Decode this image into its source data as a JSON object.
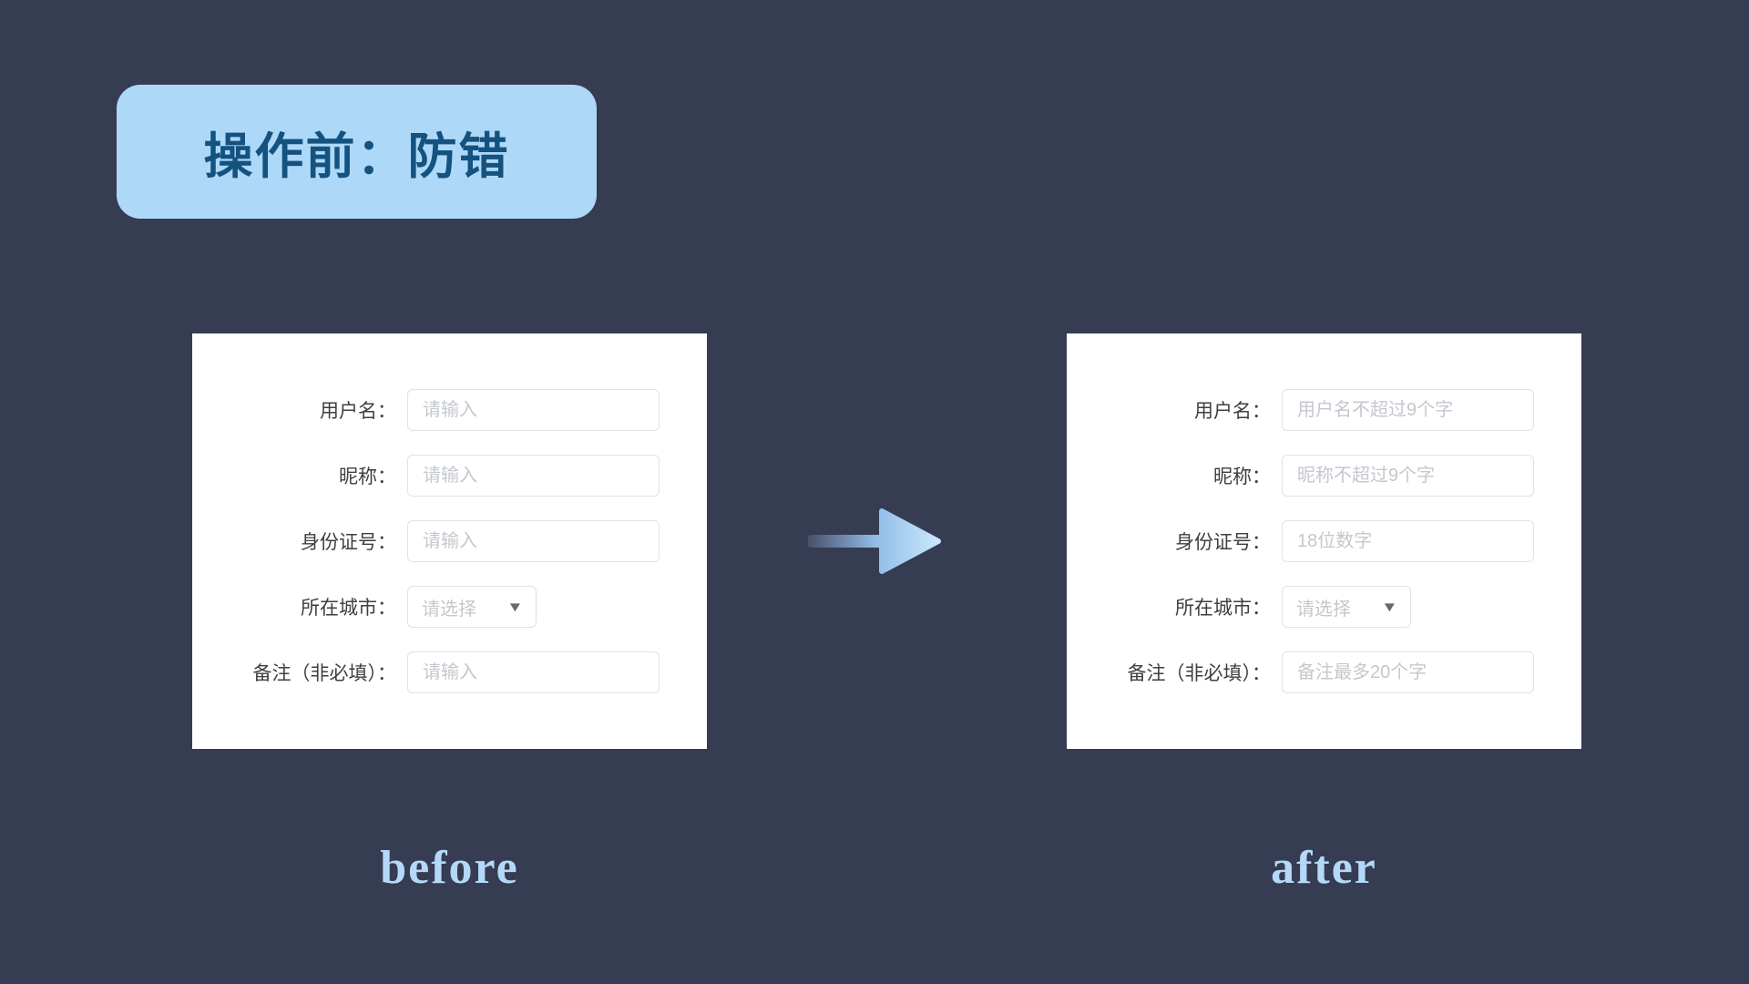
{
  "page": {
    "background": "#363c51"
  },
  "badge": {
    "label": "操作前：防错",
    "bg": "#aed8f8",
    "text_color": "#14527f"
  },
  "arrow": {
    "direction": "right",
    "gradient_start": "#4b5370",
    "gradient_mid": "#8fbce6",
    "gradient_end": "#c9e7fe"
  },
  "caption_color": "#b4d8f7",
  "cards": [
    {
      "id": "before",
      "caption": "before",
      "rows": [
        {
          "label": "用户名：",
          "control": "input",
          "placeholder": "请输入"
        },
        {
          "label": "昵称：",
          "control": "input",
          "placeholder": "请输入"
        },
        {
          "label": "身份证号：",
          "control": "input",
          "placeholder": "请输入"
        },
        {
          "label": "所在城市：",
          "control": "select",
          "placeholder": "请选择",
          "caret": "▼"
        },
        {
          "label": "备注（非必填）：",
          "control": "input",
          "placeholder": "请输入"
        }
      ]
    },
    {
      "id": "after",
      "caption": "after",
      "rows": [
        {
          "label": "用户名：",
          "control": "input",
          "placeholder": "用户名不超过9个字"
        },
        {
          "label": "昵称：",
          "control": "input",
          "placeholder": "昵称不超过9个字"
        },
        {
          "label": "身份证号：",
          "control": "input",
          "placeholder": "18位数字"
        },
        {
          "label": "所在城市：",
          "control": "select",
          "placeholder": "请选择",
          "caret": "▼"
        },
        {
          "label": "备注（非必填）：",
          "control": "input",
          "placeholder": "备注最多20个字"
        }
      ]
    }
  ]
}
